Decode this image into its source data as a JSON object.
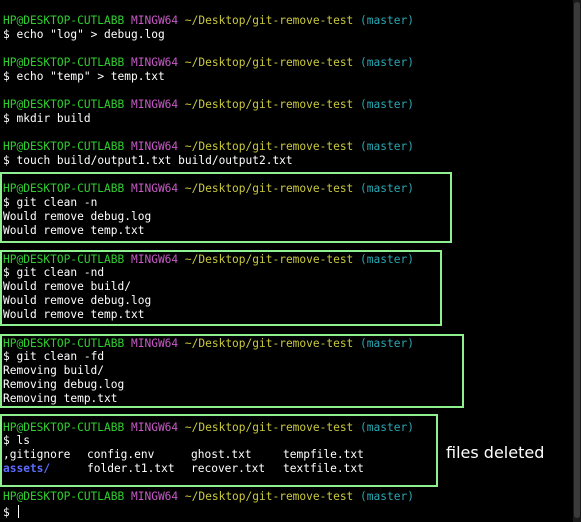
{
  "prompt": {
    "user": "HP@DESKTOP-CUTLABB",
    "system": "MINGW64",
    "path": "~/Desktop/git-remove-test",
    "branch": "(master)",
    "symbol": "$"
  },
  "blocks": [
    {
      "command": "echo \"log\" > debug.log",
      "output": []
    },
    {
      "command": "echo \"temp\" > temp.txt",
      "output": []
    },
    {
      "command": "mkdir build",
      "output": []
    },
    {
      "command": "touch build/output1.txt build/output2.txt",
      "output": []
    },
    {
      "command": "git clean -n",
      "output": [
        "Would remove debug.log",
        "Would remove temp.txt"
      ]
    },
    {
      "command": "git clean -nd",
      "output": [
        "Would remove build/",
        "Would remove debug.log",
        "Would remove temp.txt"
      ]
    },
    {
      "command": "git clean -fd",
      "output": [
        "Removing build/",
        "Removing debug.log",
        "Removing temp.txt"
      ]
    },
    {
      "command": "ls",
      "ls_rows": [
        [
          ",gitignore",
          "config.env",
          "ghost.txt",
          "tempfile.txt"
        ],
        [
          "assets/",
          "folder.t1.txt",
          "recover.txt",
          "textfile.txt"
        ]
      ]
    }
  ],
  "annotation": "files deleted",
  "colors": {
    "background": "#000000",
    "user": "#2fcf2f",
    "system": "#c75ac7",
    "path": "#c9c93d",
    "branch": "#2aa7b3",
    "directory": "#5b6cff",
    "highlight_border": "#8ff08f"
  }
}
